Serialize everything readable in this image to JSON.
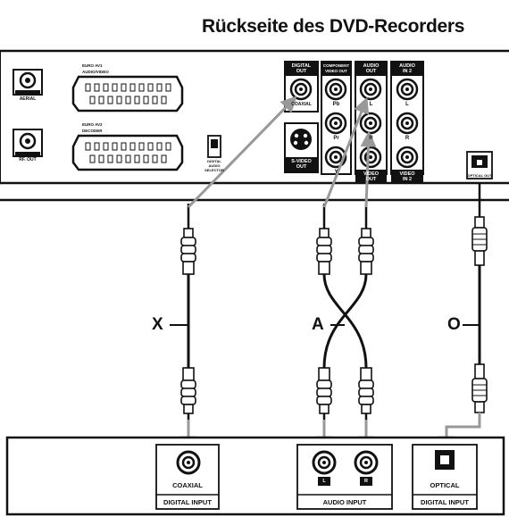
{
  "title": "Rückseite des DVD-Recorders",
  "recorder": {
    "aerial": "AERIAL",
    "rf_out": "RF. OUT",
    "av1": "EURO AV1\nAUDIO/VIDEO",
    "av2": "EURO AV2\nDECODER",
    "switch_label": "DIGITAL\nAUDIO\nSELECTOR",
    "digital_out_header": "DIGITAL\nOUT",
    "coaxial": "COAXIAL",
    "component_header": "COMPONENT\nVIDEO OUT",
    "pb": "Pb",
    "pr": "Pr",
    "y": "Y",
    "audio_out_header": "AUDIO\nOUT",
    "l": "L",
    "r": "R",
    "video_out": "VIDEO\nOUT",
    "audio_in_header": "AUDIO\nIN 2",
    "video_in": "VIDEO\nIN 2",
    "svideo": "S-VIDEO\nOUT",
    "optical_out": "OPTICAL OUT"
  },
  "cable_labels": {
    "x": "X",
    "a": "A",
    "o": "O"
  },
  "receiver": {
    "coaxial": "COAXIAL",
    "digital_input_1": "DIGITAL INPUT",
    "audio_input": "AUDIO INPUT",
    "l": "L",
    "r": "R",
    "optical": "OPTICAL",
    "digital_input_2": "DIGITAL INPUT"
  }
}
